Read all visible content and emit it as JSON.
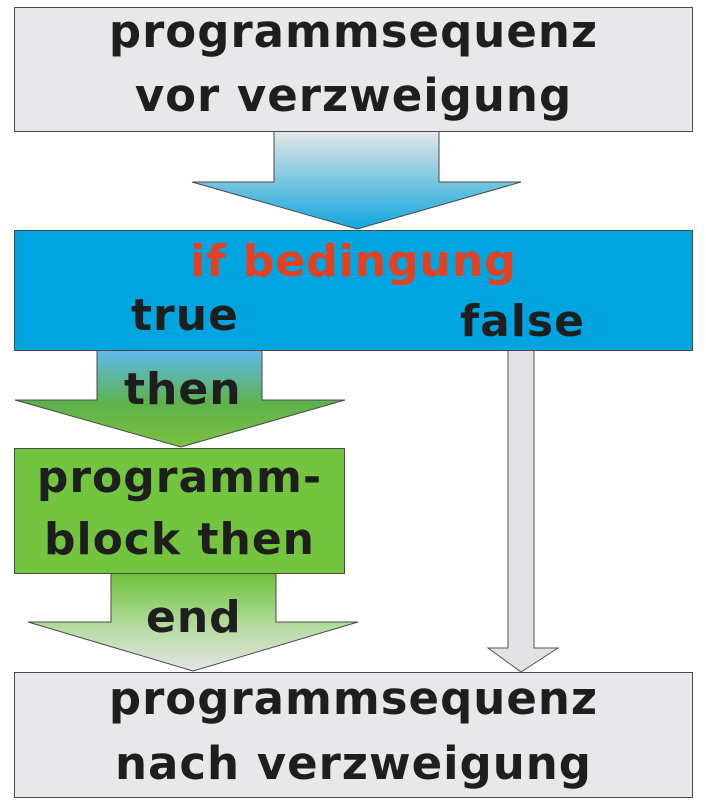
{
  "diagram": {
    "top_box": {
      "line1": "programmsequenz",
      "line2": "vor verzweigung"
    },
    "condition_box": {
      "title": "if bedingung",
      "true_label": "true",
      "false_label": "false"
    },
    "then_arrow_label": "then",
    "then_block": {
      "line1": "programm-",
      "line2": "block then"
    },
    "end_arrow_label": "end",
    "bottom_box": {
      "line1": "programmsequenz",
      "line2": "nach verzweigung"
    },
    "colors": {
      "grey_box": "#e8e8ea",
      "condition_blue": "#00a4de",
      "condition_text": "#e5401f",
      "label_text": "#1e1e1e",
      "green_block": "#73c43e"
    }
  }
}
